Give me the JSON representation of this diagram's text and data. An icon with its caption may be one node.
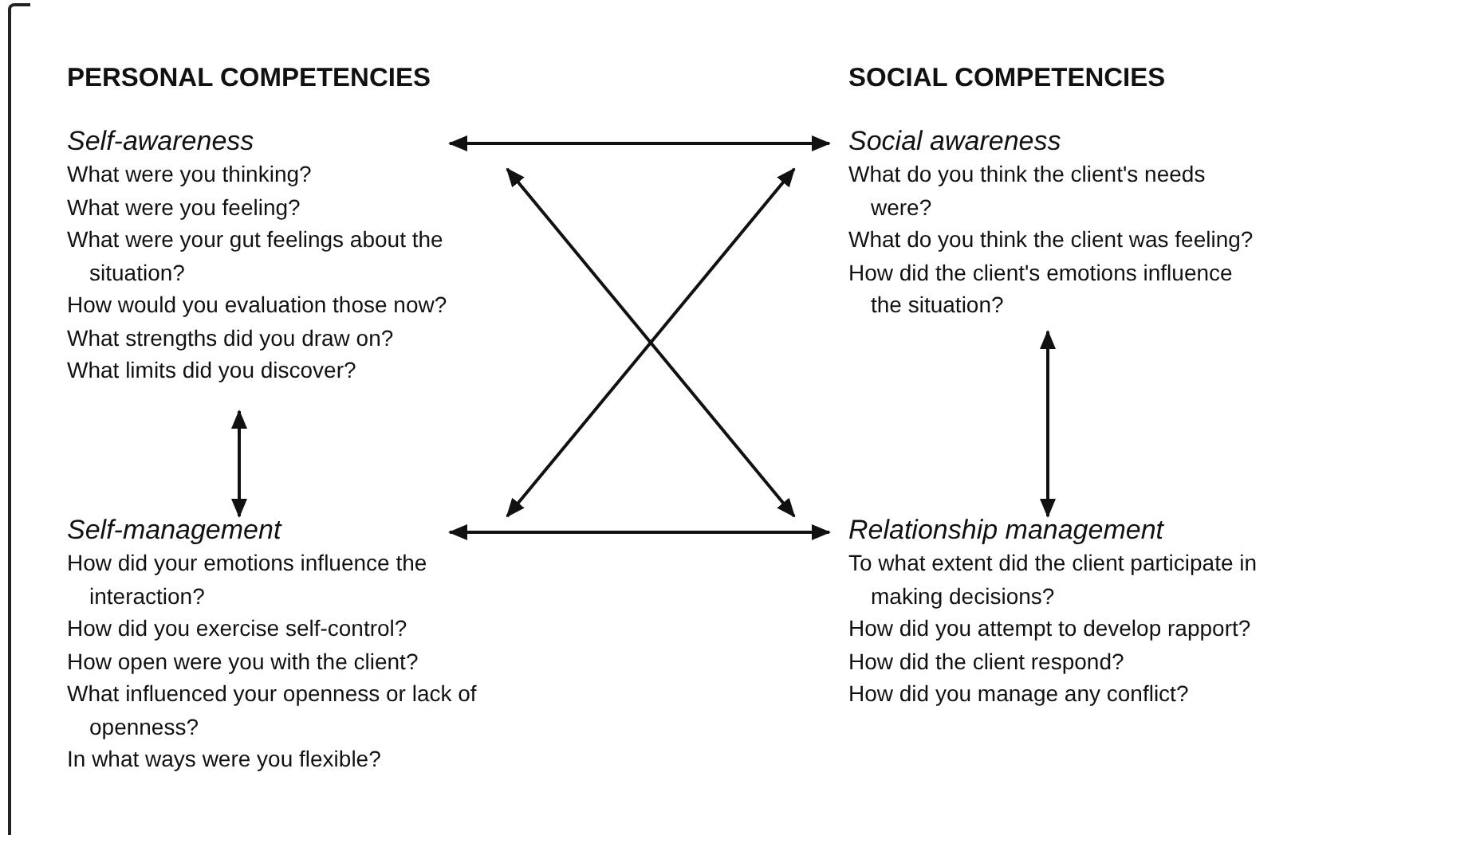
{
  "diagram": {
    "nodes": [
      {
        "text": [
          "Self-awareness",
          "What were you thinking?",
          "What were you feeling?",
          "What were your gut feelings about the situation?",
          "How would you evaluation those now?",
          "What strengths did you draw on?",
          "What limits did you discover?"
        ]
      },
      {
        "text": [
          "Social awareness",
          "What do you think the client's needs were?",
          "What do you think the client was feeling?",
          "How did the client's emotions influence the situation?"
        ]
      },
      {
        "text": [
          "Self-management",
          "How did your emotions influence the interaction?",
          "How did you exercise self-control?",
          "How open were you with the client?",
          "What influenced your openness or lack of openness?",
          "In what ways were you flexible?"
        ]
      },
      {
        "text": [
          "Relationship management",
          "To what extent did the client participate in making decisions?",
          "How did you attempt to develop rapport?",
          "How did the client respond?",
          "How did you manage any conflict?"
        ]
      }
    ],
    "edges": [
      {
        "from": 0,
        "to": 1,
        "arrow": "both"
      },
      {
        "from": 0,
        "to": 3,
        "arrow": "both"
      },
      {
        "from": 1,
        "to": 2,
        "arrow": "both"
      },
      {
        "from": 0,
        "to": 2,
        "arrow": "both"
      },
      {
        "from": 1,
        "to": 3,
        "arrow": "both"
      },
      {
        "from": 2,
        "to": 3,
        "arrow": "both"
      }
    ],
    "labels": [
      "PERSONAL COMPETENCIES",
      "SOCIAL COMPETENCIES"
    ]
  }
}
